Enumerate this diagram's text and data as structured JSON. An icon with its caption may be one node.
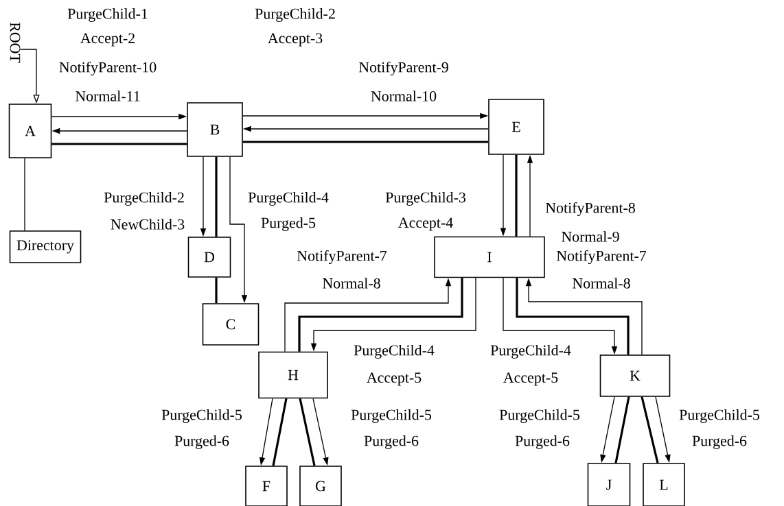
{
  "diagram": {
    "nodes": [
      {
        "text": [
          "ROOT"
        ]
      },
      {
        "text": [
          "A"
        ]
      },
      {
        "text": [
          "B"
        ]
      },
      {
        "text": [
          "E"
        ]
      },
      {
        "text": [
          "Directory"
        ]
      },
      {
        "text": [
          "D"
        ]
      },
      {
        "text": [
          "I"
        ]
      },
      {
        "text": [
          "C"
        ]
      },
      {
        "text": [
          "H"
        ]
      },
      {
        "text": [
          "K"
        ]
      },
      {
        "text": [
          "F"
        ]
      },
      {
        "text": [
          "G"
        ]
      },
      {
        "text": [
          "J"
        ]
      },
      {
        "text": [
          "L"
        ]
      }
    ],
    "edges": [
      {
        "from": 0,
        "to": 1,
        "arrow": "to"
      },
      {
        "from": 1,
        "to": 2,
        "arrow": "to"
      },
      {
        "from": 2,
        "to": 1,
        "arrow": "to"
      },
      {
        "from": 1,
        "to": 2,
        "arrow": "none",
        "style": "thick"
      },
      {
        "from": 2,
        "to": 3,
        "arrow": "to"
      },
      {
        "from": 3,
        "to": 2,
        "arrow": "to"
      },
      {
        "from": 2,
        "to": 3,
        "arrow": "none",
        "style": "thick"
      },
      {
        "from": 1,
        "to": 4,
        "arrow": "none"
      },
      {
        "from": 2,
        "to": 5,
        "arrow": "to"
      },
      {
        "from": 2,
        "to": 5,
        "arrow": "none",
        "style": "thick"
      },
      {
        "from": 2,
        "to": 7,
        "arrow": "to"
      },
      {
        "from": 5,
        "to": 7,
        "arrow": "none",
        "style": "thick"
      },
      {
        "from": 3,
        "to": 6,
        "arrow": "to"
      },
      {
        "from": 3,
        "to": 6,
        "arrow": "none",
        "style": "thick"
      },
      {
        "from": 6,
        "to": 3,
        "arrow": "to"
      },
      {
        "from": 8,
        "to": 6,
        "arrow": "to"
      },
      {
        "from": 6,
        "to": 8,
        "arrow": "none",
        "style": "thick"
      },
      {
        "from": 6,
        "to": 8,
        "arrow": "to"
      },
      {
        "from": 6,
        "to": 9,
        "arrow": "to"
      },
      {
        "from": 6,
        "to": 9,
        "arrow": "none",
        "style": "thick"
      },
      {
        "from": 9,
        "to": 6,
        "arrow": "to"
      },
      {
        "from": 8,
        "to": 10,
        "arrow": "to"
      },
      {
        "from": 8,
        "to": 10,
        "arrow": "none",
        "style": "thick"
      },
      {
        "from": 8,
        "to": 11,
        "arrow": "none",
        "style": "thick"
      },
      {
        "from": 8,
        "to": 11,
        "arrow": "to"
      },
      {
        "from": 9,
        "to": 12,
        "arrow": "to"
      },
      {
        "from": 9,
        "to": 12,
        "arrow": "none",
        "style": "thick"
      },
      {
        "from": 9,
        "to": 13,
        "arrow": "none",
        "style": "thick"
      },
      {
        "from": 9,
        "to": 13,
        "arrow": "to"
      }
    ],
    "labels": [
      "PurgeChild-1",
      "PurgeChild-2",
      "Accept-2",
      "Accept-3",
      "NotifyParent-10",
      "NotifyParent-9",
      "Normal-11",
      "Normal-10",
      "PurgeChild-2",
      "PurgeChild-4",
      "PurgeChild-3",
      "NotifyParent-8",
      "NewChild-3",
      "Purged-5",
      "Accept-4",
      "Normal-9",
      "NotifyParent-7",
      "NotifyParent-7",
      "Normal-8",
      "Normal-8",
      "PurgeChild-4",
      "PurgeChild-4",
      "Accept-5",
      "Accept-5",
      "PurgeChild-5",
      "PurgeChild-5",
      "PurgeChild-5",
      "PurgeChild-5",
      "Purged-6",
      "Purged-6",
      "Purged-6",
      "Purged-6"
    ]
  }
}
